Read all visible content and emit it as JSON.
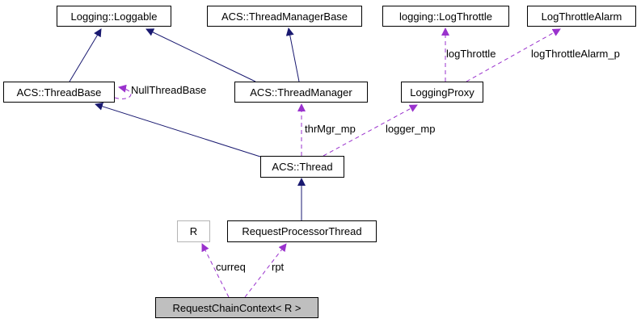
{
  "diagram": {
    "kind": "class collaboration diagram",
    "colors": {
      "inheritance_edge": "#191970",
      "usage_edge": "#9a32cd",
      "node_border": "#000000",
      "template_param_border": "#b4b4b4",
      "highlight_fill": "#bfbfbf",
      "background": "#ffffff"
    },
    "nodes": {
      "loggable": {
        "label": "Logging::Loggable"
      },
      "thread_manager_base": {
        "label": "ACS::ThreadManagerBase"
      },
      "log_throttle": {
        "label": "logging::LogThrottle"
      },
      "log_throttle_alarm": {
        "label": "LogThrottleAlarm"
      },
      "thread_base": {
        "label": "ACS::ThreadBase"
      },
      "thread_manager": {
        "label": "ACS::ThreadManager"
      },
      "logging_proxy": {
        "label": "LoggingProxy"
      },
      "thread": {
        "label": "ACS::Thread"
      },
      "r": {
        "label": "R"
      },
      "request_processor_thread": {
        "label": "RequestProcessorThread"
      },
      "request_chain_context": {
        "label": "RequestChainContext< R >"
      }
    },
    "edge_labels": {
      "null_thread_base": "NullThreadBase",
      "thr_mgr_mp": "thrMgr_mp",
      "logger_mp": "logger_mp",
      "log_throttle": "logThrottle",
      "log_throttle_alarm_p": "logThrottleAlarm_p",
      "curreq": "curreq",
      "rpt": "rpt"
    },
    "edges": [
      {
        "type": "inheritance",
        "from": "thread_base",
        "to": "loggable"
      },
      {
        "type": "inheritance",
        "from": "thread_manager",
        "to": "loggable"
      },
      {
        "type": "inheritance",
        "from": "thread_manager",
        "to": "thread_manager_base"
      },
      {
        "type": "inheritance",
        "from": "thread",
        "to": "thread_base"
      },
      {
        "type": "inheritance",
        "from": "request_processor_thread",
        "to": "thread"
      },
      {
        "type": "usage",
        "from": "thread_base",
        "to": "thread_base",
        "label": "NullThreadBase"
      },
      {
        "type": "usage",
        "from": "thread",
        "to": "thread_manager",
        "label": "thrMgr_mp"
      },
      {
        "type": "usage",
        "from": "thread",
        "to": "logging_proxy",
        "label": "logger_mp"
      },
      {
        "type": "usage",
        "from": "logging_proxy",
        "to": "log_throttle",
        "label": "logThrottle"
      },
      {
        "type": "usage",
        "from": "logging_proxy",
        "to": "log_throttle_alarm",
        "label": "logThrottleAlarm_p"
      },
      {
        "type": "usage",
        "from": "request_chain_context",
        "to": "r",
        "label": "curreq"
      },
      {
        "type": "usage",
        "from": "request_chain_context",
        "to": "request_processor_thread",
        "label": "rpt"
      }
    ]
  }
}
